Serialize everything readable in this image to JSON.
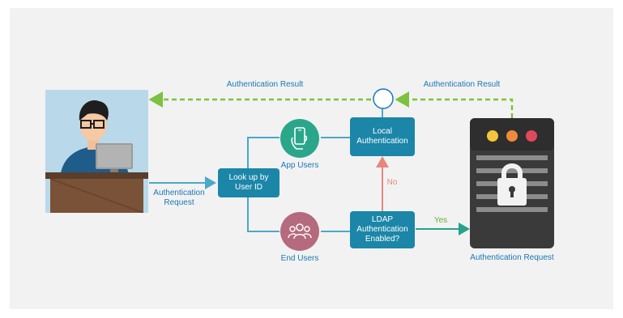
{
  "labels": {
    "result_left": "Authentication Result",
    "result_right": "Authentication Result",
    "auth_request_left": "Authentication\nRequest",
    "auth_request_right": "Authentication Request",
    "app_users": "App Users",
    "end_users": "End Users",
    "no": "No",
    "yes": "Yes"
  },
  "boxes": {
    "lookup": "Look up by\nUser ID",
    "local": "Local\nAuthentication",
    "ldap": "LDAP\nAuthentication\nEnabled?"
  },
  "icons": {
    "user": "user-at-computer-icon",
    "app_users": "smartphone-hand-icon",
    "end_users": "group-users-icon",
    "server": "server-lock-icon",
    "junction": "junction-circle-icon"
  },
  "colors": {
    "arrow_blue": "#4aa8c9",
    "arrow_green_dashed": "#7cc242",
    "arrow_red": "#e7877c",
    "arrow_teal": "#27a28c",
    "box_fill": "#1b86a8",
    "app_circle": "#2aa68b",
    "end_circle": "#b56a7e",
    "server_body": "#3a3a3a"
  }
}
